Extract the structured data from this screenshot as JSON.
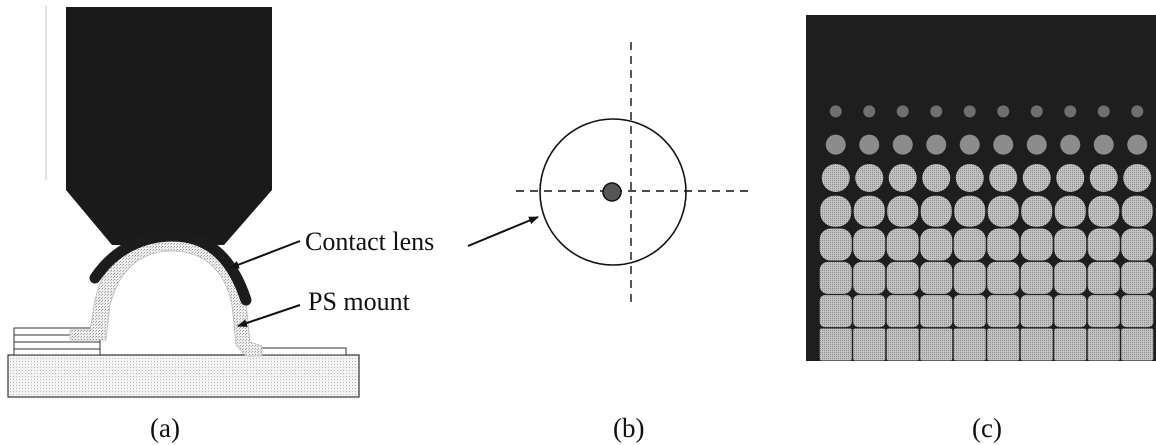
{
  "panel_a": {
    "caption": "(a)",
    "contact_lens_label": "Contact lens",
    "ps_mount_label": "PS mount",
    "colors": {
      "objective": "#1a1a1a",
      "lens": "#1c1c1c",
      "mount_fill": "#d9d9d9",
      "base_fill": "#ececec"
    }
  },
  "panel_b": {
    "caption": "(b)"
  },
  "panel_c": {
    "caption": "(c)",
    "grid_rows": 8,
    "grid_cols": 10,
    "colors": {
      "background": "#1e1e1e",
      "spot": "#bdbdbd"
    }
  }
}
